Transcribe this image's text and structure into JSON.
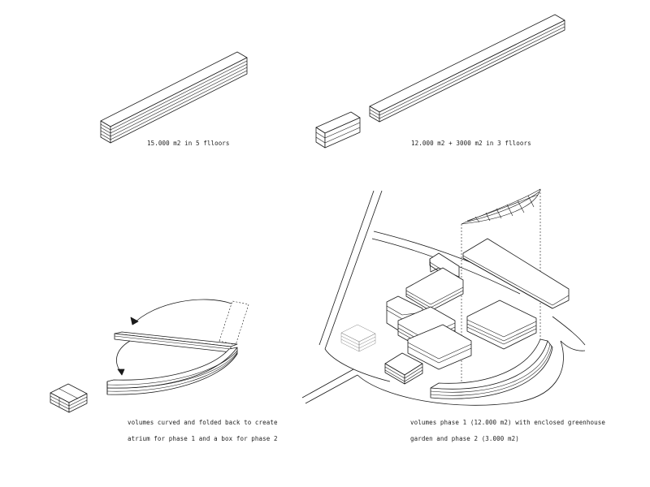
{
  "captions": {
    "step1": "15.000 m2 in 5 flloors",
    "step2": "12.000 m2 + 3000 m2 in 3 flloors",
    "step3_line1": "volumes curved and folded back to create",
    "step3_line2": "atrium for phase 1 and a box for phase 2",
    "step4_line1": "volumes phase 1 (12.000 m2) with enclosed greenhouse",
    "step4_line2": "garden and phase 2 (3.000 m2)"
  },
  "colors": {
    "line": "#1a1a1a",
    "background": "#ffffff"
  }
}
